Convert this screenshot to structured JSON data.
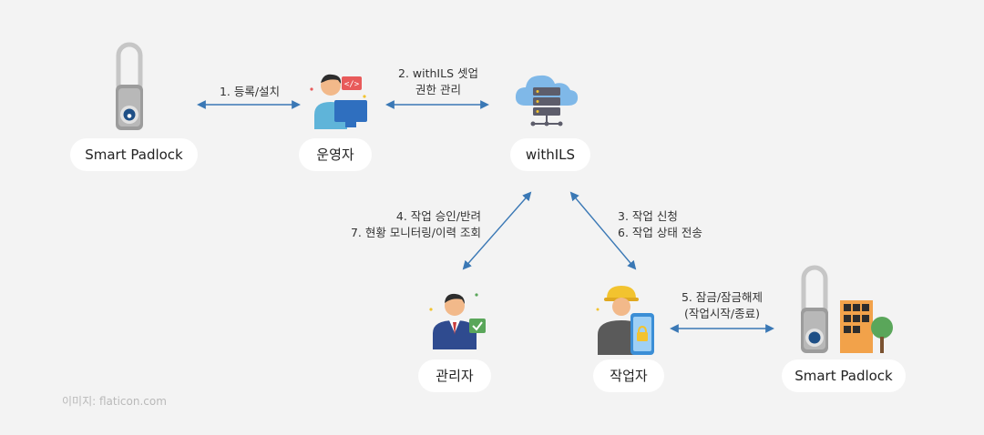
{
  "nodes": {
    "padlock_left": "Smart Padlock",
    "operator": "운영자",
    "server": "withILS",
    "manager": "관리자",
    "worker": "작업자",
    "padlock_right": "Smart Padlock"
  },
  "edges": {
    "e1": [
      "1. 등록/설치"
    ],
    "e2": [
      "2. withILS 셋업",
      "권한 관리"
    ],
    "e3": [
      "4. 작업 승인/반려",
      "7. 현황 모니터링/이력 조회"
    ],
    "e4": [
      "3. 작업 신청",
      "6. 작업 상태 전송"
    ],
    "e5": [
      "5. 잠금/잠금해제",
      "(작업시작/종료)"
    ]
  },
  "credit": "이미지: flaticon.com",
  "colors": {
    "background": "#f3f3f3",
    "arrow": "#3a78b5",
    "pill": "#ffffff",
    "cloud": "#7fb8e8",
    "server": "#5d5d6b",
    "person_skin": "#f2b98a",
    "suit": "#2f4b8f",
    "helmet": "#f2c32f",
    "phone": "#3b8ed6",
    "building": "#f2a24a",
    "tree": "#5aa65a"
  },
  "icons": [
    "padlock-icon",
    "developer-icon",
    "cloud-server-icon",
    "businessman-icon",
    "worker-helmet-icon",
    "padlock-building-icon"
  ]
}
